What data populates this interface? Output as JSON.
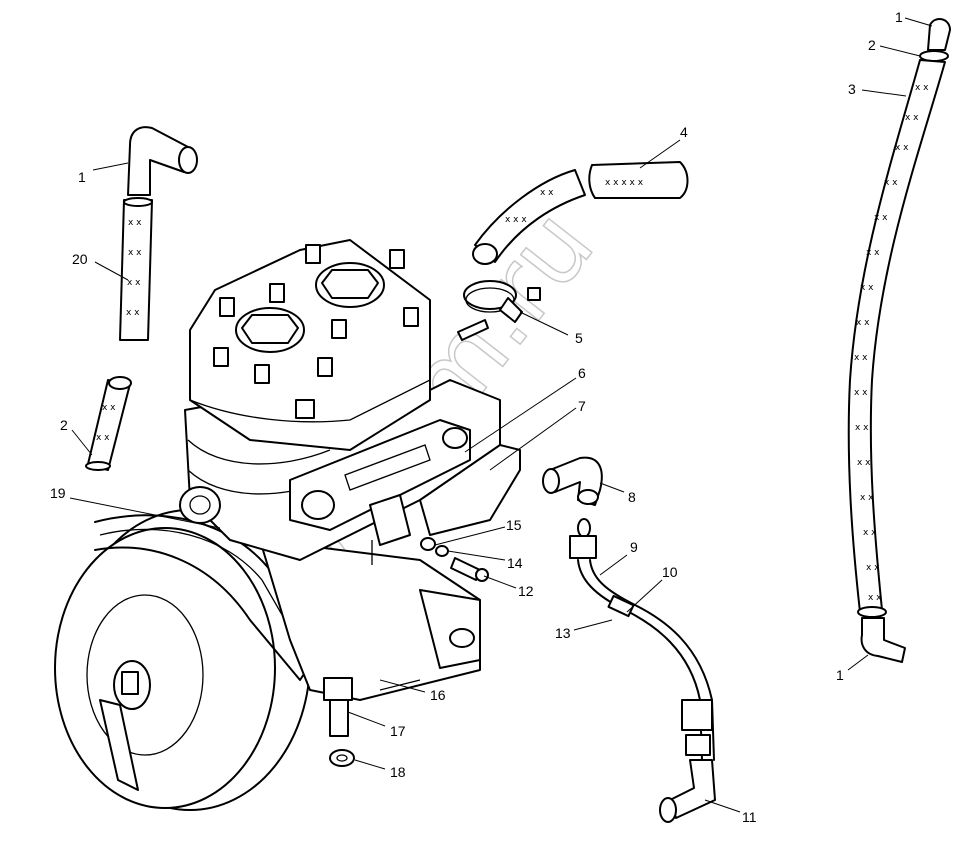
{
  "watermark": "zap-kam.ru",
  "callouts": [
    {
      "id": "c1-left",
      "text": "1"
    },
    {
      "id": "c20",
      "text": "20"
    },
    {
      "id": "c2-left",
      "text": "2"
    },
    {
      "id": "c19",
      "text": "19"
    },
    {
      "id": "c4",
      "text": "4"
    },
    {
      "id": "c5",
      "text": "5"
    },
    {
      "id": "c6",
      "text": "6"
    },
    {
      "id": "c7",
      "text": "7"
    },
    {
      "id": "c8",
      "text": "8"
    },
    {
      "id": "c15",
      "text": "15"
    },
    {
      "id": "c14",
      "text": "14"
    },
    {
      "id": "c12",
      "text": "12"
    },
    {
      "id": "c9",
      "text": "9"
    },
    {
      "id": "c10",
      "text": "10"
    },
    {
      "id": "c13",
      "text": "13"
    },
    {
      "id": "c16",
      "text": "16"
    },
    {
      "id": "c17",
      "text": "17"
    },
    {
      "id": "c18",
      "text": "18"
    },
    {
      "id": "c11",
      "text": "11"
    },
    {
      "id": "c1-top-right",
      "text": "1"
    },
    {
      "id": "c2-right",
      "text": "2"
    },
    {
      "id": "c3",
      "text": "3"
    },
    {
      "id": "c1-bottom-right",
      "text": "1"
    }
  ]
}
